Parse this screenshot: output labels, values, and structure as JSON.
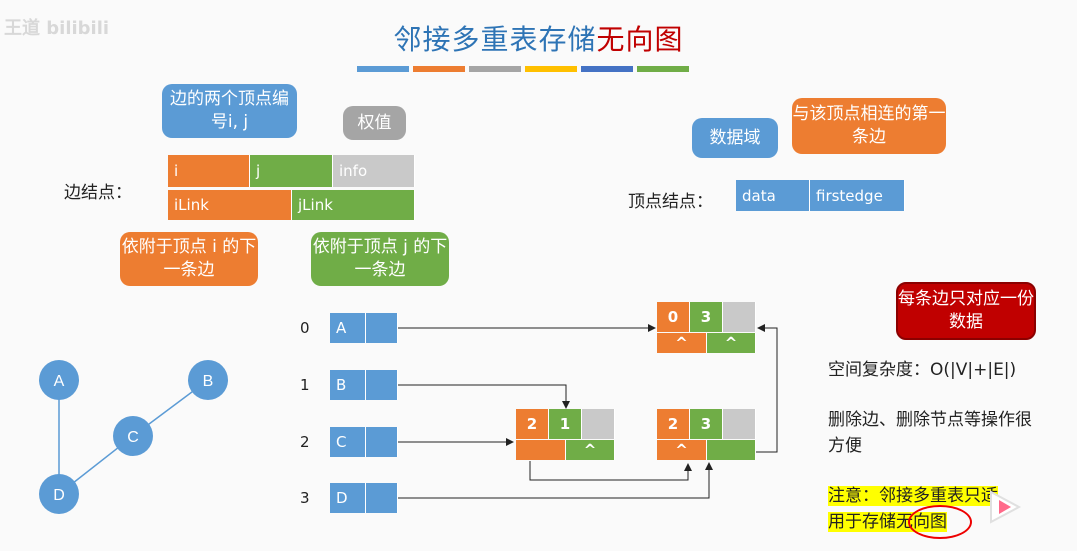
{
  "watermark": "王道 bilibili",
  "title": {
    "main": "邻接多重表存储",
    "highlight": "无向图"
  },
  "colorbar": [
    "#5b9bd5",
    "#ed7d31",
    "#a5a5a5",
    "#ffc000",
    "#4472c4",
    "#70ad47"
  ],
  "edge_node": {
    "label": "边结点：",
    "fields": {
      "i": "i",
      "j": "j",
      "info": "info",
      "ilink": "iLink",
      "jlink": "jLink"
    },
    "callout_ij": "边的两个顶点编号i, j",
    "callout_weight": "权值",
    "callout_ilink": "依附于顶点 i 的下一条边",
    "callout_jlink": "依附于顶点 j 的下一条边"
  },
  "vertex_node": {
    "label": "顶点结点：",
    "fields": {
      "data": "data",
      "firstedge": "firstedge"
    },
    "callout_data": "数据域",
    "callout_first": "与该顶点相连的第一条边"
  },
  "graph": {
    "nodes": [
      "A",
      "B",
      "C",
      "D"
    ]
  },
  "vertex_rows": [
    {
      "index": "0",
      "data": "A"
    },
    {
      "index": "1",
      "data": "B"
    },
    {
      "index": "2",
      "data": "C"
    },
    {
      "index": "3",
      "data": "D"
    }
  ],
  "edges": [
    {
      "i": "0",
      "j": "3",
      "ilink": "^",
      "jlink": "^"
    },
    {
      "i": "2",
      "j": "1",
      "ilink": "",
      "jlink": "^"
    },
    {
      "i": "2",
      "j": "3",
      "ilink": "^",
      "jlink": ""
    }
  ],
  "callout_unique": "每条边只对应一份数据",
  "complexity": "空间复杂度：O(|V|+|E|)",
  "ops_note": "删除边、删除节点等操作很方便",
  "warning_line1": "注意：邻接多重表只适",
  "warning_line2": "用于存储无向图"
}
